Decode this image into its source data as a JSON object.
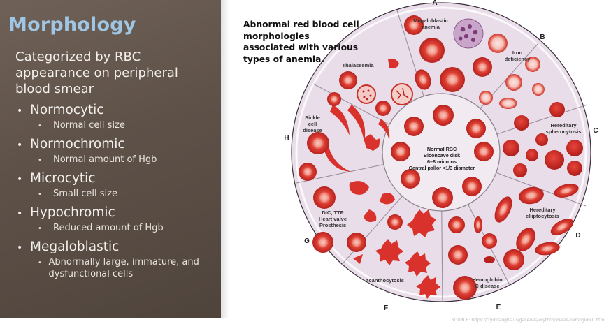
{
  "slide": {
    "title": "Morphology",
    "intro": "Categorized by RBC appearance on peripheral blood smear",
    "bullets": [
      {
        "label": "Normocytic",
        "sub": "Normal cell size"
      },
      {
        "label": "Normochromic",
        "sub": "Normal amount of Hgb"
      },
      {
        "label": "Microcytic",
        "sub": "Small cell size"
      },
      {
        "label": "Hypochromic",
        "sub": "Reduced amount of Hgb"
      },
      {
        "label": "Megaloblastic",
        "sub": "Abnormally large, immature, and dysfunctional cells"
      }
    ]
  },
  "figure": {
    "caption": "Abnormal red blood cell morphologies associated with various types of anemia.",
    "source": "SOURCE: https://tryrollaughs.us/galleries/erythropoiesis-hemoglobin.html",
    "center_label": [
      "Normal RBC",
      "Biconcave disk",
      "6–8 microns",
      "Central pallor <1/3 diameter"
    ],
    "sectors": {
      "megaloblastic": [
        "Megaloblastic",
        "anemia"
      ],
      "iron": [
        "Iron",
        "deficiency"
      ],
      "spherocytosis": [
        "Hereditary",
        "spherocytosis"
      ],
      "elliptocytosis": [
        "Hereditary",
        "elliptocytosis"
      ],
      "hbc": [
        "Hemoglobin",
        "C disease"
      ],
      "acanthocytosis": [
        "Acanthocytosis"
      ],
      "dic": [
        "DIC, TTP",
        "Heart valve",
        "Prosthesis"
      ],
      "sickle": [
        "Sickle",
        "cell",
        "disease"
      ],
      "thalassemia": [
        "Thalassemia"
      ]
    },
    "letters": {
      "A": "A",
      "B": "B",
      "C": "C",
      "D": "D",
      "E": "E",
      "F": "F",
      "G": "G",
      "H": "H"
    }
  },
  "colors": {
    "panel": "#5f5248",
    "title": "#9fc6e4",
    "disc": "#e8dde8",
    "rbc": "#d9312b"
  }
}
